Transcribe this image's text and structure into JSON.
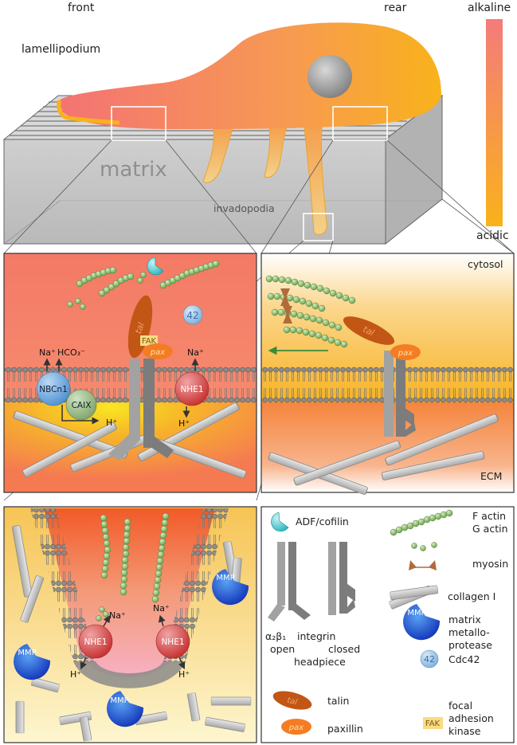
{
  "top": {
    "front": "front",
    "rear": "rear",
    "lamellipodium": "lamellipodium",
    "matrix": "matrix",
    "invadopodia": "invadopodia",
    "ph_high": "alkaline",
    "ph_low": "acidic"
  },
  "panel_left": {
    "nbcn1": "NBCn1",
    "caix": "CAIX",
    "nhe1": "NHE1",
    "na_plus": "Na⁺",
    "hco3": "HCO₃⁻",
    "h_plus": "H⁺",
    "fak": "FAK",
    "tal": "tal",
    "pax": "pax",
    "cdc42": "42"
  },
  "panel_right": {
    "cytosol": "cytosol",
    "ecm": "ECM",
    "tal": "tal",
    "pax": "pax"
  },
  "panel_invado": {
    "nhe1": "NHE1",
    "na_plus": "Na⁺",
    "h_plus": "H⁺",
    "mmp": "MMP"
  },
  "legend": {
    "adf": "ADF/cofilin",
    "factin": "F actin",
    "gactin": "G actin",
    "myosin": "myosin",
    "collagen": "collagen I",
    "integrin_a": "α₂β₁",
    "integrin_b": "integrin",
    "open": "open",
    "closed": "closed",
    "headpiece": "headpiece",
    "mmp_l1": "matrix",
    "mmp_l2": "metallo-",
    "mmp_l3": "protease",
    "mmp_icon": "MMP",
    "cdc42": "Cdc42",
    "cdc42_icon": "42",
    "talin": "talin",
    "talin_icon": "tal",
    "paxillin": "paxillin",
    "paxillin_icon": "pax",
    "fak_l1": "focal",
    "fak_l2": "adhesion",
    "fak_l3": "kinase",
    "fak_icon": "FAK"
  }
}
